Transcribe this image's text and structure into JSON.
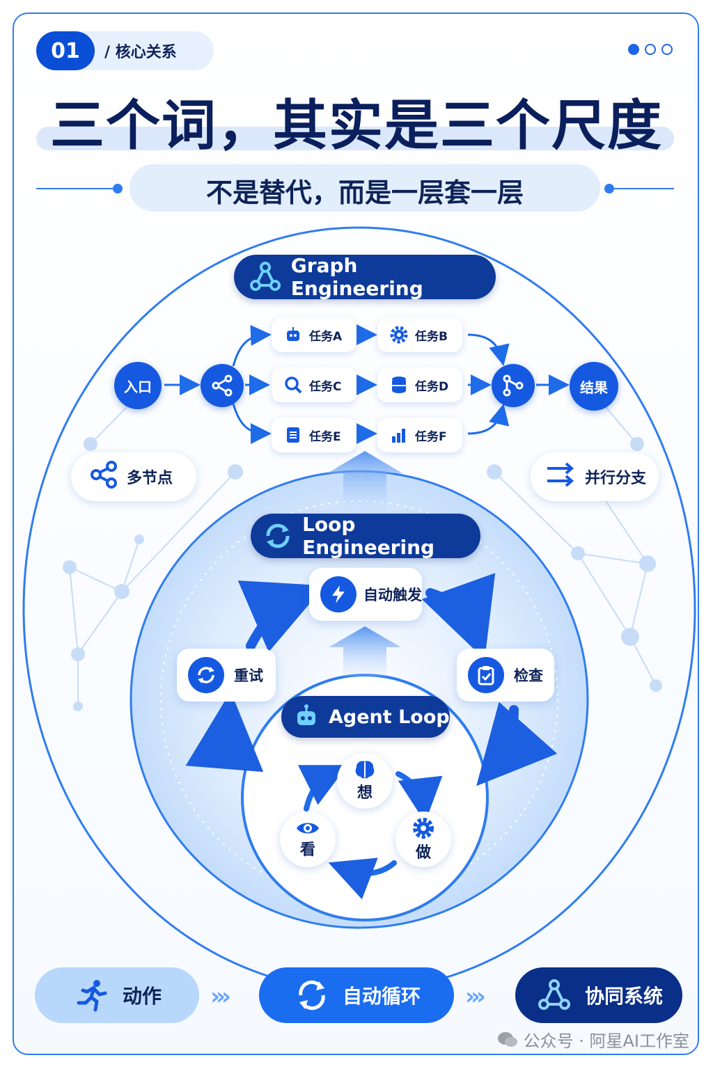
{
  "header": {
    "number": "01",
    "section": "/ 核心关系",
    "title": "三个词，其实是三个尺度",
    "subtitle": "不是替代，而是一层套一层",
    "page_dots": [
      true,
      false,
      false
    ]
  },
  "graph": {
    "label": "Graph Engineering",
    "entry": "入口",
    "result": "结果",
    "tasks": [
      "任务A",
      "任务B",
      "任务C",
      "任务D",
      "任务E",
      "任务F"
    ],
    "side_left": "多节点",
    "side_right": "并行分支"
  },
  "loop": {
    "label": "Loop Engineering",
    "steps": {
      "trigger": "自动触发",
      "check": "检查",
      "retry": "重试"
    }
  },
  "agent": {
    "label": "Agent Loop",
    "steps": {
      "think": "想",
      "do": "做",
      "see": "看"
    }
  },
  "bottom": {
    "action": "动作",
    "auto_loop": "自动循环",
    "system": "协同系统"
  },
  "watermark": "公众号 · 阿星AI工作室",
  "colors": {
    "primary": "#1559e0",
    "navy": "#0e3a9a",
    "light": "#e3eefc",
    "accent": "#2f7cf0"
  }
}
